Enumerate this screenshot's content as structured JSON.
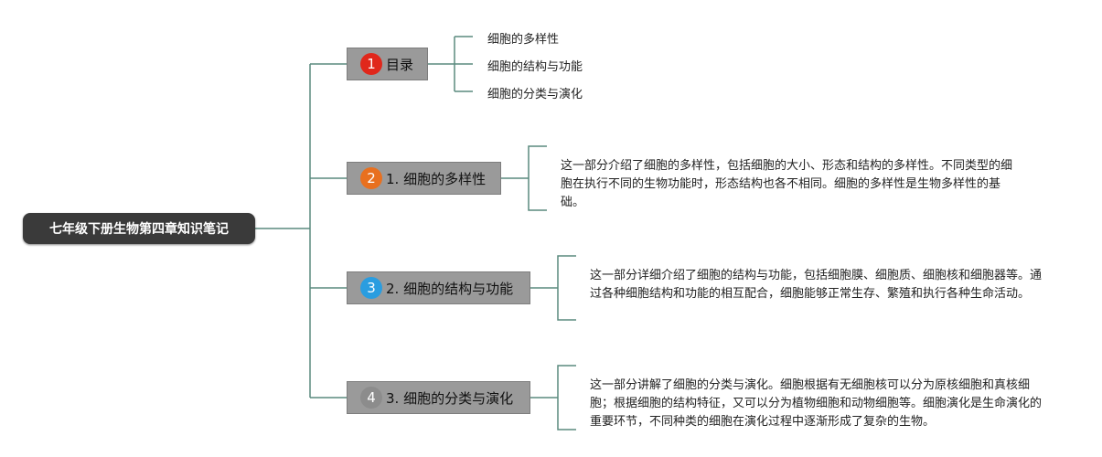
{
  "root": {
    "title": "七年级下册生物第四章知识笔记"
  },
  "topics": [
    {
      "badge": "1",
      "badge_color": "#e0271b",
      "label": "目录"
    },
    {
      "badge": "2",
      "badge_color": "#e8701f",
      "label": "1. 细胞的多样性"
    },
    {
      "badge": "3",
      "badge_color": "#2a9de0",
      "label": "2. 细胞的结构与功能"
    },
    {
      "badge": "4",
      "badge_color": "#8c8c8c",
      "label": "3. 细胞的分类与演化"
    }
  ],
  "toc": [
    "细胞的多样性",
    "细胞的结构与功能",
    "细胞的分类与演化"
  ],
  "notes": [
    "这一部分介绍了细胞的多样性，包括细胞的大小、形态和结构的多样性。不同类型的细胞在执行不同的生物功能时，形态结构也各不相同。细胞的多样性是生物多样性的基础。",
    "这一部分详细介绍了细胞的结构与功能，包括细胞膜、细胞质、细胞核和细胞器等。通过各种细胞结构和功能的相互配合，细胞能够正常生存、繁殖和执行各种生命活动。",
    "这一部分讲解了细胞的分类与演化。细胞根据有无细胞核可以分为原核细胞和真核细胞；根据细胞的结构特征，又可以分为植物细胞和动物细胞等。细胞演化是生命演化的重要环节，不同种类的细胞在演化过程中逐渐形成了复杂的生物。"
  ],
  "colors": {
    "connector": "#5a8a7e",
    "root_bg": "#3a3a3a",
    "topic_bg": "#9a9a9a"
  }
}
